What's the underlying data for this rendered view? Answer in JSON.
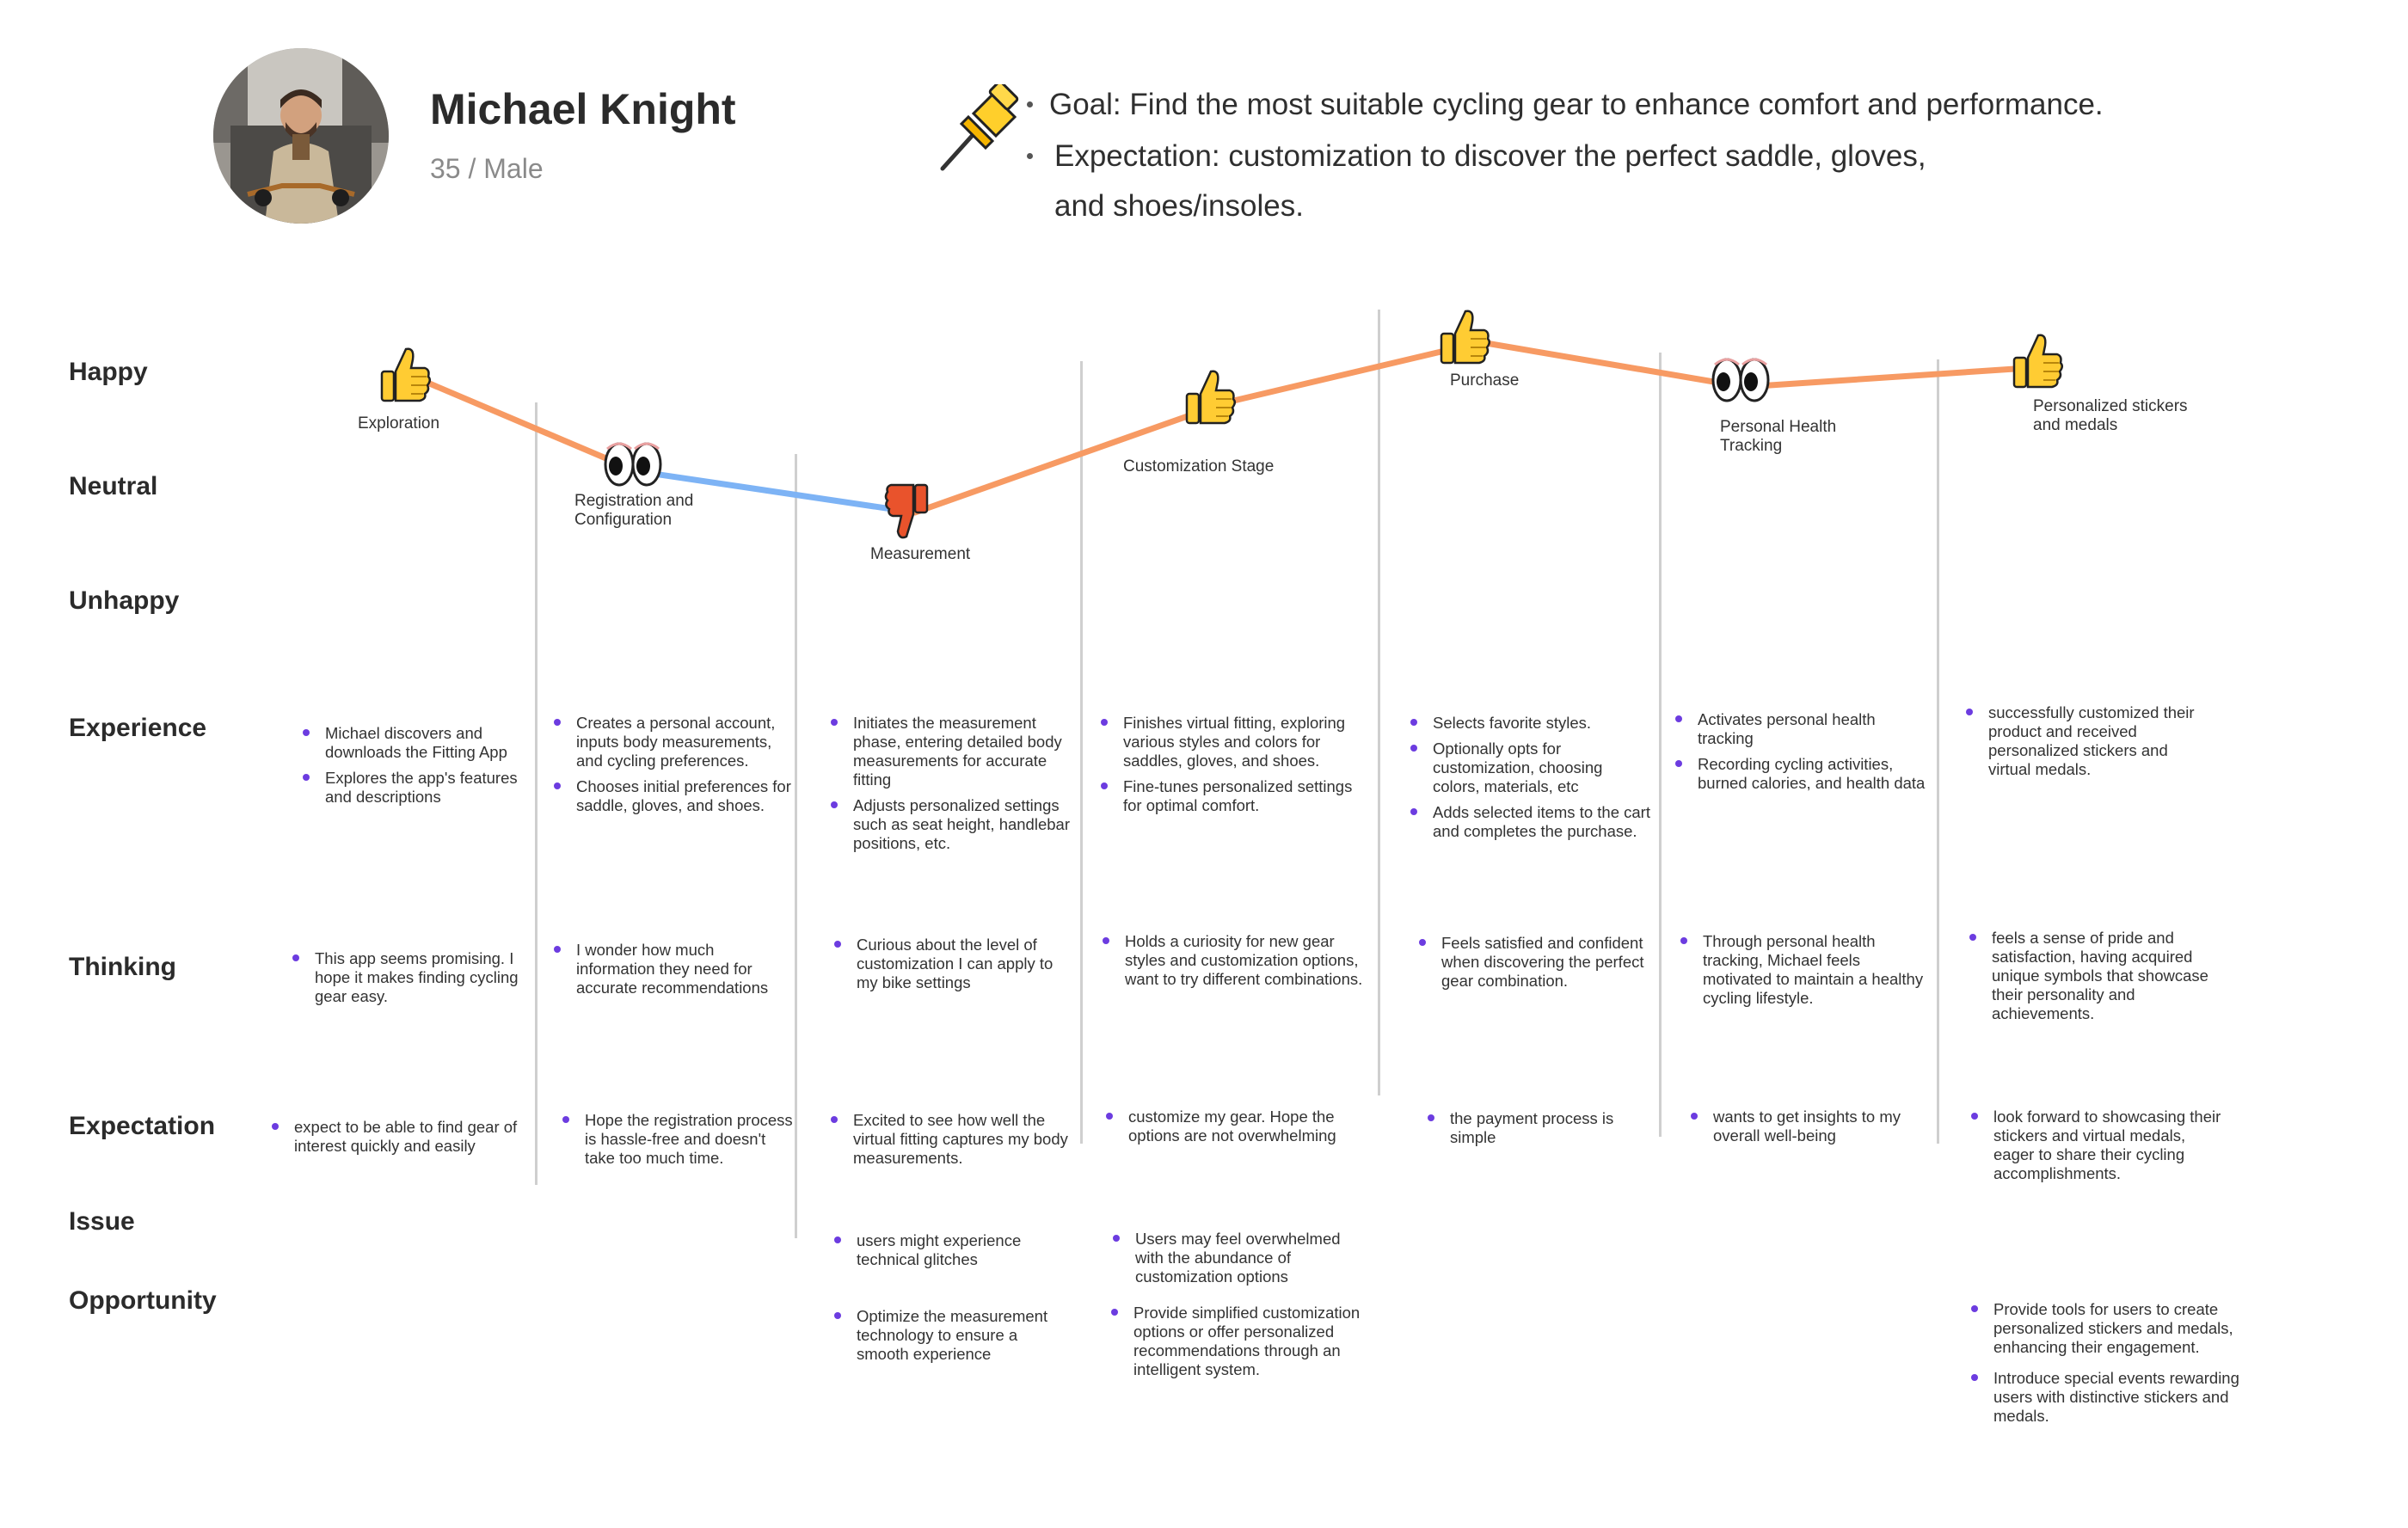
{
  "persona": {
    "name": "Michael Knight",
    "subtitle": "35 / Male",
    "goal": "Goal: Find the most suitable cycling gear to enhance comfort and performance.",
    "expectation_line1": "Expectation: customization to discover the perfect saddle, gloves,",
    "expectation_line2": "and shoes/insoles."
  },
  "rows": {
    "happy": "Happy",
    "neutral": "Neutral",
    "unhappy": "Unhappy",
    "experience": "Experience",
    "thinking": "Thinking",
    "expectation": "Expectation",
    "issue": "Issue",
    "opportunity": "Opportunity"
  },
  "colors": {
    "positive_line": "#f79a63",
    "negative_line": "#7db3f5",
    "bullet": "#6c3ce0",
    "divider": "#cfcfcf"
  },
  "stages": [
    {
      "label": "Exploration",
      "mood": "happy",
      "icon": "thumbs-up-icon",
      "experience": [
        "Michael discovers and downloads the Fitting App",
        "Explores the app's features and descriptions"
      ],
      "thinking": [
        "This app seems promising. I hope it makes finding cycling gear easy."
      ],
      "expectation": [
        "expect to be able to find gear of interest quickly and easily"
      ],
      "issue": [],
      "opportunity": []
    },
    {
      "label": "Registration and\nConfiguration",
      "mood": "neutral",
      "icon": "eyes-icon",
      "experience": [
        "Creates a personal account, inputs body measurements, and cycling preferences.",
        "Chooses initial preferences for saddle, gloves, and shoes."
      ],
      "thinking": [
        "I wonder how much information they need for accurate recommendations"
      ],
      "expectation": [
        "Hope the registration process is hassle-free and doesn't take too much time."
      ],
      "issue": [],
      "opportunity": []
    },
    {
      "label": "Measurement",
      "mood": "unhappy",
      "icon": "thumbs-down-icon",
      "experience": [
        "Initiates the measurement phase, entering detailed body measurements for accurate fitting",
        "Adjusts personalized settings such as seat height, handlebar positions, etc."
      ],
      "thinking": [
        "Curious about the level of customization I can apply to my bike settings"
      ],
      "expectation": [
        "Excited to see how well the virtual fitting captures my body measurements."
      ],
      "issue": [
        "users might experience technical glitches"
      ],
      "opportunity": [
        "Optimize the measurement technology to ensure a smooth experience"
      ]
    },
    {
      "label": "Customization Stage",
      "mood": "happy",
      "icon": "thumbs-up-icon",
      "experience": [
        "Finishes virtual fitting, exploring various styles and colors for saddles, gloves, and shoes.",
        "Fine-tunes personalized settings for optimal comfort."
      ],
      "thinking": [
        "Holds a curiosity for new gear styles and customization options, want to try different combinations."
      ],
      "expectation": [
        "customize my gear. Hope the options are not overwhelming"
      ],
      "issue": [
        "Users may feel overwhelmed with the abundance of customization options"
      ],
      "opportunity": [
        "Provide simplified customization options or offer personalized recommendations through an intelligent system."
      ]
    },
    {
      "label": "Purchase",
      "mood": "happy",
      "icon": "thumbs-up-icon",
      "experience": [
        "Selects favorite styles.",
        "Optionally opts for customization, choosing colors, materials, etc",
        "Adds selected items to the cart and completes the purchase."
      ],
      "thinking": [
        "Feels satisfied and confident when discovering the perfect gear combination."
      ],
      "expectation": [
        "the payment process is simple"
      ],
      "issue": [],
      "opportunity": []
    },
    {
      "label": "Personal Health\nTracking",
      "mood": "happy",
      "icon": "eyes-icon",
      "experience": [
        "Activates personal health tracking",
        "Recording cycling activities, burned calories, and health data"
      ],
      "thinking": [
        "Through personal health tracking, Michael feels motivated to maintain a healthy cycling lifestyle."
      ],
      "expectation": [
        "wants to get insights to my overall well-being"
      ],
      "issue": [],
      "opportunity": []
    },
    {
      "label": "Personalized stickers\nand medals",
      "mood": "happy",
      "icon": "thumbs-up-icon",
      "experience": [
        "successfully customized their product and received personalized stickers and virtual medals."
      ],
      "thinking": [
        "feels a sense of pride and satisfaction, having acquired unique symbols that showcase their personality and achievements."
      ],
      "expectation": [
        "look forward to showcasing their stickers and virtual medals, eager to share their cycling accomplishments."
      ],
      "issue": [],
      "opportunity": [
        "Provide tools for users to create personalized stickers and medals, enhancing their engagement.",
        "Introduce special events rewarding users with distinctive stickers and medals."
      ]
    }
  ]
}
